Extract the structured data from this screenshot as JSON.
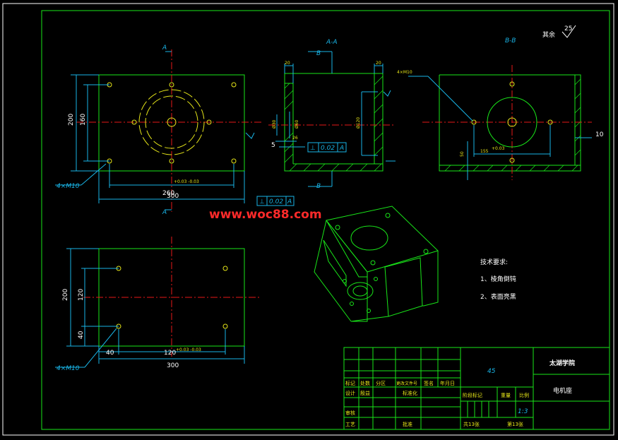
{
  "watermark": "www.woc88.com",
  "roughness": {
    "label": "其余",
    "value": "25"
  },
  "section_labels": {
    "a": "A",
    "a_a": "A-A",
    "b": "B",
    "b_b": "B-B"
  },
  "dimensions": {
    "top_width": "300",
    "top_hole_span": "260",
    "top_hole_span_tol": "+0.03 -0.03",
    "top_height": "200",
    "top_hole_vspan": "160",
    "bottom_width": "300",
    "bottom_hole_span": "120",
    "bottom_hole_tol": "+0.03 -0.03",
    "bottom_offset": "40",
    "bottom_height": "200",
    "bottom_hole_vspan": "120",
    "bottom_vertical_offset": "40",
    "thread_top": "4×M10",
    "thread_bottom": "4×M10",
    "thread_section": "4×M10",
    "wall_left": "20",
    "wall_right": "20",
    "dia_small": "Ø30",
    "dia_mid": "Ø60",
    "dia_inner": "Ø120",
    "dim_5": "5",
    "dim_26": "26",
    "dim_155": "155",
    "dim_155_tol": "+0.03",
    "dim_10": "10",
    "dim_50": "50"
  },
  "tolerance_frames": {
    "top": {
      "symbol": "⊥",
      "value": "0.02",
      "datum": "A"
    },
    "section": {
      "symbol": "⊥",
      "value": "0.02",
      "datum": "A"
    }
  },
  "tech_requirements": {
    "title": "技术要求:",
    "items": [
      "1、棱角倒钝",
      "2、表面亮黑"
    ]
  },
  "title_block": {
    "school": "太湖学院",
    "part_name": "电机座",
    "material": "45",
    "scale": "1:3",
    "total_sheets": "共13张",
    "sheet_no": "第13张",
    "revision_headers": [
      "标记",
      "处数",
      "分区",
      "更改文件号",
      "签名",
      "年月日"
    ],
    "designer": "设计",
    "designer_name": "殷益",
    "standardize": "标准化",
    "review": "审核",
    "process": "工艺",
    "approve": "批准",
    "stage_headers": [
      "阶段标记",
      "重量",
      "比例"
    ]
  }
}
